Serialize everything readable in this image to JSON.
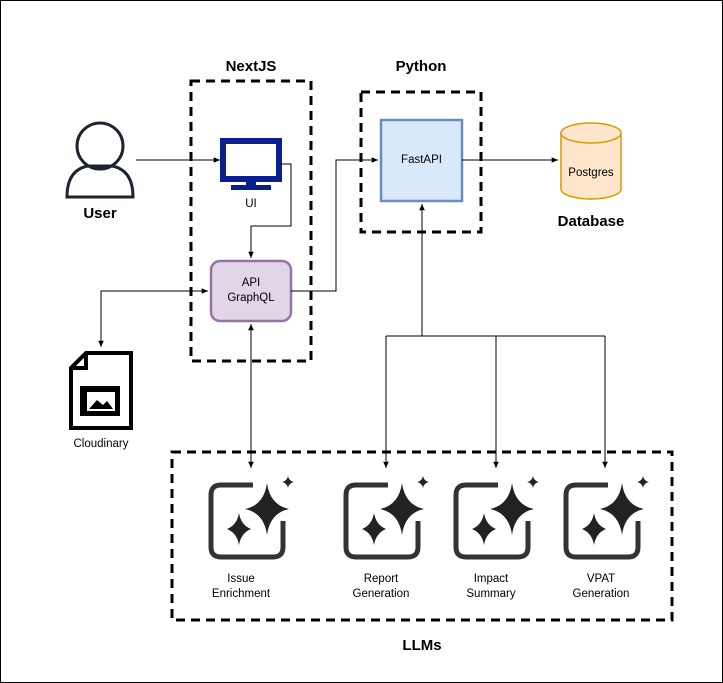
{
  "diagram": {
    "groups": {
      "nextjs": "NextJS",
      "python": "Python",
      "llms": "LLMs",
      "database": "Database"
    },
    "nodes": {
      "user": "User",
      "ui": "UI",
      "api_line1": "API",
      "api_line2": "GraphQL",
      "fastapi": "FastAPI",
      "postgres": "Postgres",
      "cloudinary": "Cloudinary"
    },
    "llm_nodes": [
      {
        "line1": "Issue",
        "line2": "Enrichment"
      },
      {
        "line1": "Report",
        "line2": "Generation"
      },
      {
        "line1": "Impact",
        "line2": "Summary"
      },
      {
        "line1": "VPAT",
        "line2": "Generation"
      }
    ],
    "colors": {
      "ui_monitor": "#0a1f8f",
      "api_fill": "#e1d5e7",
      "api_stroke": "#9673a6",
      "fastapi_fill": "#dae8fc",
      "fastapi_stroke": "#6c8ebf",
      "postgres_fill": "#ffe6cc",
      "postgres_stroke": "#d79b00",
      "icon_dark": "#333333"
    }
  }
}
